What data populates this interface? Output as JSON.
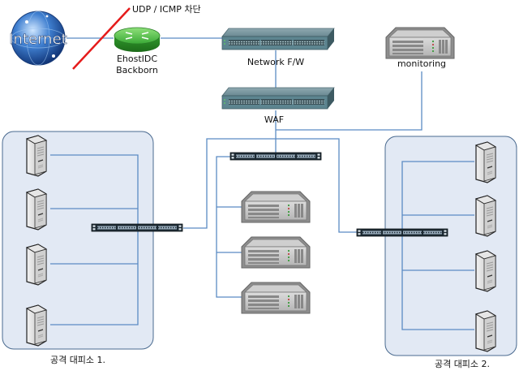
{
  "title": "Network topology diagram",
  "annotations": {
    "block_note": "UDP / ICMP 차단"
  },
  "nodes": {
    "internet": {
      "label": "Internet",
      "type": "cloud-globe"
    },
    "backbone": {
      "label_line1": "EhostIDC",
      "label_line2": "Backborn",
      "type": "router"
    },
    "network_fw": {
      "label": "Network F/W",
      "type": "switch"
    },
    "waf": {
      "label": "WAF",
      "type": "switch"
    },
    "monitoring": {
      "label": "monitoring",
      "type": "rack-server"
    },
    "core_patch_panel": {
      "type": "patch-panel"
    },
    "zone1_patch_panel": {
      "type": "patch-panel"
    },
    "zone2_patch_panel": {
      "type": "patch-panel"
    },
    "rack_servers": [
      {
        "type": "rack-server"
      },
      {
        "type": "rack-server"
      },
      {
        "type": "rack-server"
      }
    ]
  },
  "zones": [
    {
      "label": "공격 대피소 1.",
      "servers": 4
    },
    {
      "label": "공격 대피소 2.",
      "servers": 4
    }
  ],
  "colors": {
    "link": "#5b8bc4",
    "block_line": "#e51b1b",
    "zone_fill": "#e2e9f4",
    "zone_border": "#4a6a8f",
    "router_green": "#3db83a",
    "switch_body": "#4f7a86"
  }
}
